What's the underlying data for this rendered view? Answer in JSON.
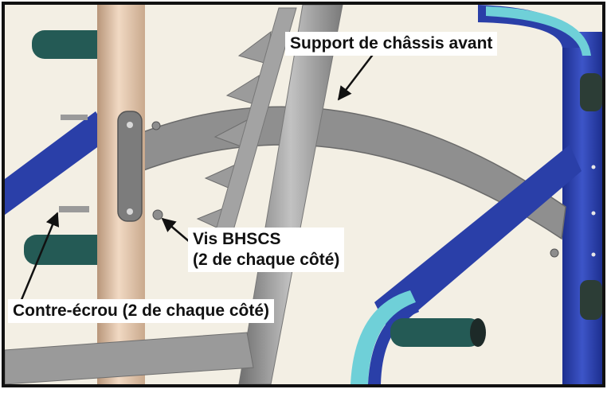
{
  "labels": {
    "front_frame_support": "Support de châssis avant",
    "bhscs_screw_line1": "Vis BHSCS",
    "bhscs_screw_line2": "(2 de chaque côté)",
    "lock_nut": "Contre-écrou (2 de chaque côté)"
  },
  "colors": {
    "frame_blue": "#2a3fa8",
    "support_gray": "#8c8c8c",
    "post_tan": "#d7b89c",
    "handle_teal": "#245a55",
    "accent_cyan": "#6fd0d8",
    "background": "#f3efe4"
  }
}
